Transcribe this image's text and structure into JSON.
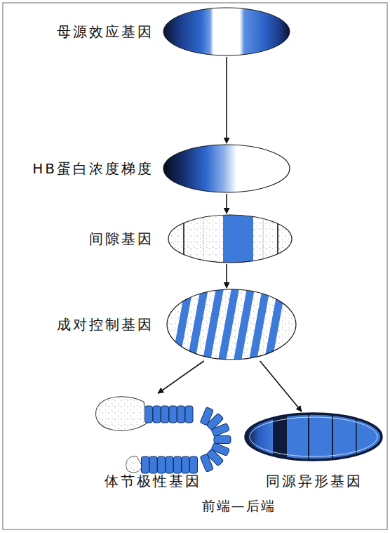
{
  "diagram": {
    "nodes": [
      {
        "text": [
          "母源效应基因"
        ]
      },
      {
        "text": [
          "HB蛋白浓度梯度"
        ]
      },
      {
        "text": [
          "间隙基因"
        ]
      },
      {
        "text": [
          "成对控制基因"
        ]
      },
      {
        "text": [
          "体节极性基因"
        ]
      },
      {
        "text": [
          "同源异形基因"
        ]
      }
    ],
    "edges": [
      {
        "from": 0,
        "to": 1,
        "arrow": "to"
      },
      {
        "from": 1,
        "to": 2,
        "arrow": "to"
      },
      {
        "from": 2,
        "to": 3,
        "arrow": "to"
      },
      {
        "from": 3,
        "to": 4,
        "arrow": "to"
      },
      {
        "from": 3,
        "to": 5,
        "arrow": "to"
      }
    ],
    "labels": [
      "前端—后端"
    ]
  }
}
